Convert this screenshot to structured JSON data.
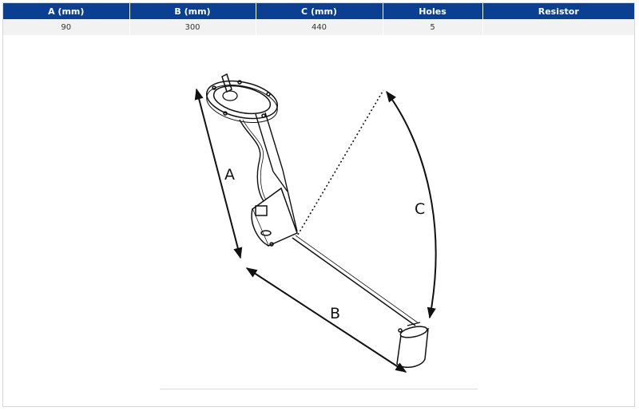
{
  "table": {
    "headers": [
      "A (mm)",
      "B (mm)",
      "C (mm)",
      "Holes",
      "Resistor"
    ],
    "row": [
      "90",
      "300",
      "440",
      "5",
      ""
    ]
  },
  "drawing": {
    "labels": {
      "a": "A",
      "b": "B",
      "c": "C"
    },
    "line_color": "#111111"
  },
  "colors": {
    "header_bg": "#0b3f91",
    "header_text": "#ffffff",
    "row_bg": "#f2f2f2"
  }
}
